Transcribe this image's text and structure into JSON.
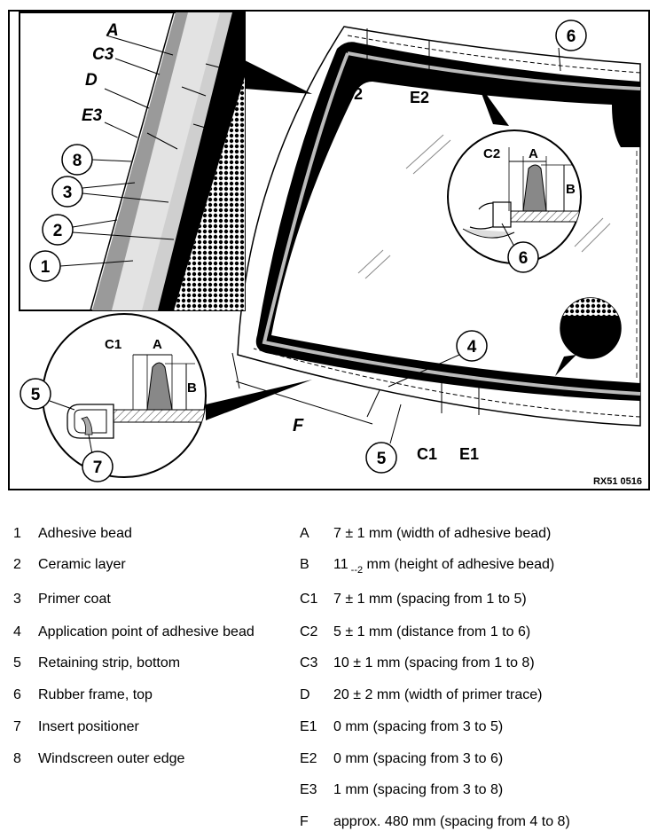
{
  "figure_id": "RX51 0516",
  "callouts": {
    "n1": "1",
    "n2": "2",
    "n3": "3",
    "n4": "4",
    "n5": "5",
    "n6": "6",
    "n7": "7",
    "n8": "8",
    "A": "A",
    "B": "B",
    "C1": "C1",
    "C2": "C2",
    "C3": "C3",
    "D": "D",
    "E1": "E1",
    "E2": "E2",
    "E3": "E3",
    "F": "F"
  },
  "legend_left": [
    {
      "key": "1",
      "text": "Adhesive bead"
    },
    {
      "key": "2",
      "text": "Ceramic layer"
    },
    {
      "key": "3",
      "text": "Primer coat"
    },
    {
      "key": "4",
      "text": "Application point of adhesive bead"
    },
    {
      "key": "5",
      "text": "Retaining strip, bottom"
    },
    {
      "key": "6",
      "text": "Rubber frame, top"
    },
    {
      "key": "7",
      "text": "Insert positioner"
    },
    {
      "key": "8",
      "text": "Windscreen outer edge"
    }
  ],
  "legend_right": [
    {
      "key": "A",
      "text": "7 ± 1 mm (width of adhesive bead)"
    },
    {
      "key": "B",
      "text_pre": "11",
      "text_sub": " --2",
      "text_post": " mm (height of adhesive bead)"
    },
    {
      "key": "C1",
      "text": "7 ± 1 mm (spacing from 1 to 5)"
    },
    {
      "key": "C2",
      "text": "5 ± 1 mm (distance from 1 to 6)"
    },
    {
      "key": "C3",
      "text": "10 ± 1 mm (spacing from 1 to 8)"
    },
    {
      "key": "D",
      "text": "20 ± 2 mm (width of primer trace)"
    },
    {
      "key": "E1",
      "text": "0 mm (spacing from 3 to 5)"
    },
    {
      "key": "E2",
      "text": "0 mm (spacing from 3 to 6)"
    },
    {
      "key": "E3",
      "text": "1 mm (spacing from 3 to 8)"
    },
    {
      "key": "F",
      "text": "approx. 480 mm (spacing from 4 to 8)"
    }
  ]
}
